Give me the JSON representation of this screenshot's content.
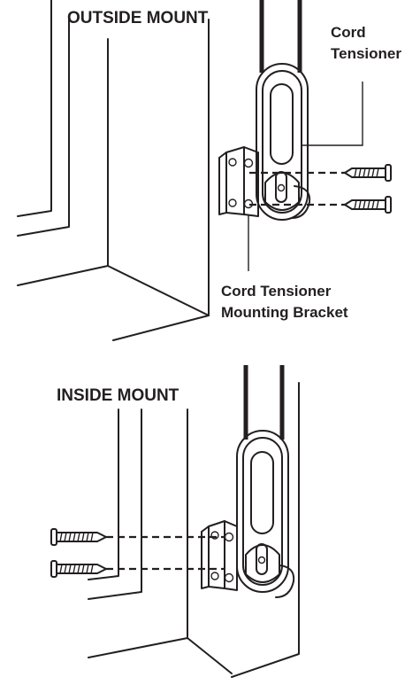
{
  "outside_mount": {
    "title": "OUTSIDE MOUNT",
    "label_cord_tensioner_line1": "Cord",
    "label_cord_tensioner_line2": "Tensioner",
    "label_bracket_line1": "Cord Tensioner",
    "label_bracket_line2": "Mounting Bracket"
  },
  "inside_mount": {
    "title": "INSIDE MOUNT"
  },
  "colors": {
    "ink": "#231f20",
    "background": "#ffffff"
  }
}
